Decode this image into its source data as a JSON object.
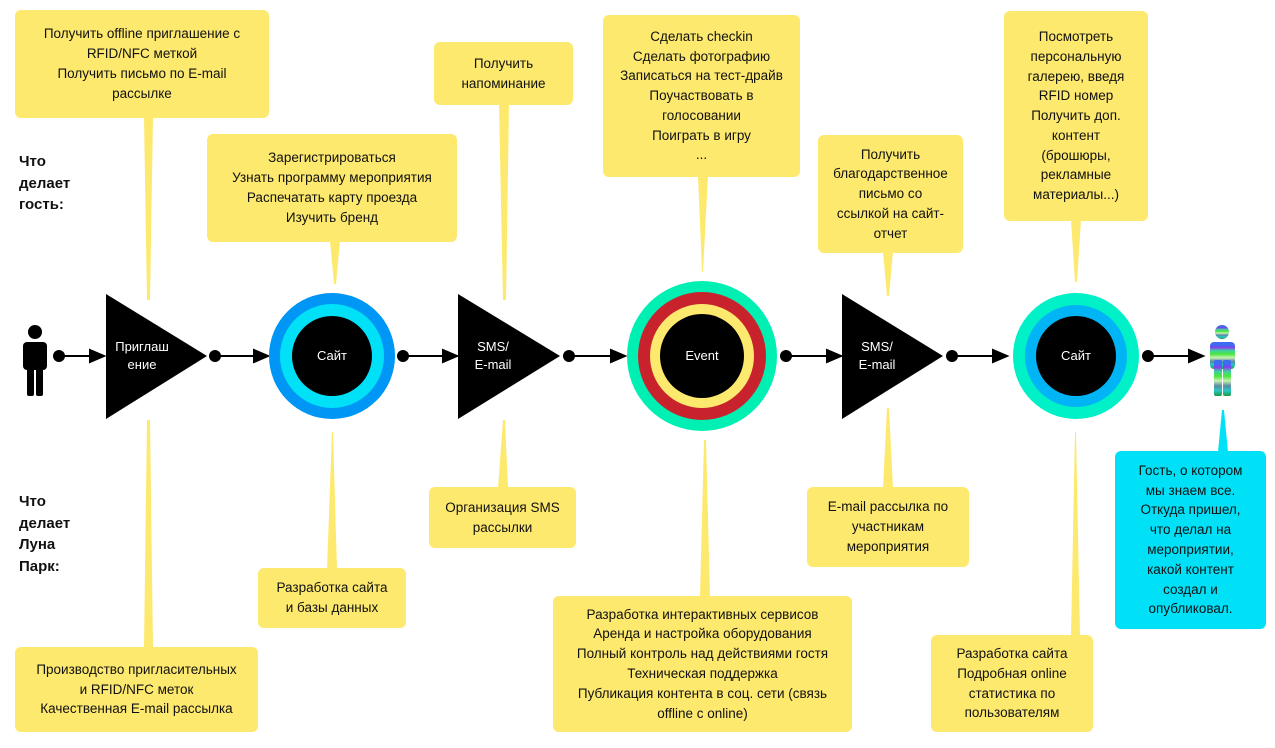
{
  "side_labels": {
    "guest": [
      "Что",
      "делает",
      "гость:"
    ],
    "company": [
      "Что",
      "делает",
      "Луна",
      "Парк:"
    ]
  },
  "nodes": [
    {
      "id": "invitation",
      "shape": "triangle",
      "label": [
        "Приглаш",
        "ение"
      ]
    },
    {
      "id": "site1",
      "shape": "circle",
      "label": [
        "Сайт"
      ],
      "rings": [
        "#0096f5",
        "#00e1f8"
      ]
    },
    {
      "id": "sms1",
      "shape": "triangle",
      "label": [
        "SMS/",
        "E-mail"
      ]
    },
    {
      "id": "event",
      "shape": "circle",
      "label": [
        "Event"
      ],
      "rings": [
        "#00f0b4",
        "#c8232d",
        "#fde96e"
      ]
    },
    {
      "id": "sms2",
      "shape": "triangle",
      "label": [
        "SMS/",
        "E-mail"
      ]
    },
    {
      "id": "site2",
      "shape": "circle",
      "label": [
        "Сайт"
      ],
      "rings": [
        "#00f0c8",
        "#00b4f5"
      ]
    }
  ],
  "guest_actions": [
    [
      "Получить offline приглашение с",
      "RFID/NFC меткой",
      "Получить письмо по E-mail",
      "рассылке"
    ],
    [
      "Зарегистрироваться",
      "Узнать программу мероприятия",
      "Распечатать карту проезда",
      "Изучить бренд"
    ],
    [
      "Получить",
      "напоминание"
    ],
    [
      "Сделать checkin",
      "Сделать фотографию",
      "Записаться на тест-драйв",
      "Поучаствовать в",
      "голосовании",
      "Поиграть в игру",
      "..."
    ],
    [
      "Получить",
      "благодарственное",
      "письмо со",
      "ссылкой на сайт-",
      "отчет"
    ],
    [
      "Посмотреть",
      "персональную",
      "галерею, введя",
      "RFID номер",
      "Получить доп.",
      "контент",
      "(брошюры,",
      "рекламные",
      "материалы...)"
    ]
  ],
  "company_actions": [
    [
      "Производство пригласительных",
      "и RFID/NFC меток",
      "Качественная E-mail рассылка"
    ],
    [
      "Разработка сайта",
      "и базы данных"
    ],
    [
      "Организация SMS",
      "рассылки"
    ],
    [
      "Разработка интерактивных сервисов",
      "Аренда и настройка оборудования",
      "Полный контроль над действиями гостя",
      "Техническая поддержка",
      "Публикация контента в соц. сети (связь",
      "offline с online)"
    ],
    [
      "E-mail рассылка по",
      "участникам",
      "мероприятия"
    ],
    [
      "Разработка сайта",
      "Подробная online",
      "статистика по",
      "пользователям"
    ]
  ],
  "result": [
    "Гость, о котором",
    "мы знаем все.",
    "Откуда пришел,",
    "что делал на",
    "мероприятии,",
    "какой контент",
    "создал и",
    "опубликовал."
  ],
  "colors": {
    "callout": "#fde96e",
    "result_callout": "#00e1f8",
    "node": "#000000"
  }
}
